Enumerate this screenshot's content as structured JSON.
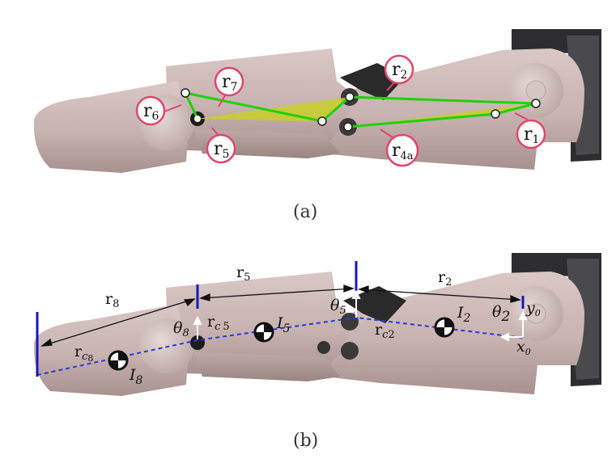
{
  "panel_a": {
    "caption": "(a)",
    "callouts": [
      {
        "id": "r1",
        "base": "r",
        "sub": "1"
      },
      {
        "id": "r2",
        "base": "r",
        "sub": "2"
      },
      {
        "id": "r4a",
        "base": "r",
        "sub": "4a"
      },
      {
        "id": "r5",
        "base": "r",
        "sub": "5"
      },
      {
        "id": "r6",
        "base": "r",
        "sub": "6"
      },
      {
        "id": "r7",
        "base": "r",
        "sub": "7"
      }
    ]
  },
  "panel_b": {
    "caption": "(b)",
    "labels": {
      "r8": {
        "base": "r",
        "sub": "8"
      },
      "r5": {
        "base": "r",
        "sub": "5"
      },
      "r2": {
        "base": "r",
        "sub": "2"
      },
      "rc8": {
        "base": "r",
        "sub": "c",
        "sub2": "8"
      },
      "rc5": {
        "base": "r",
        "sub": "c",
        "sub2": "5"
      },
      "rc2": {
        "base": "r",
        "sub": "c",
        "sub2": "2"
      },
      "I8": {
        "base": "I",
        "sub": "8"
      },
      "I5": {
        "base": "I",
        "sub": "5"
      },
      "I2": {
        "base": "I",
        "sub": "2"
      },
      "theta8": {
        "base": "θ",
        "sub": "8"
      },
      "theta5": {
        "base": "θ",
        "sub": "5"
      },
      "theta2": {
        "base": "θ",
        "sub": "2"
      },
      "x0": {
        "base": "x",
        "sub": "0"
      },
      "y0": {
        "base": "y",
        "sub": "0"
      }
    }
  },
  "colors": {
    "finger_body": "#cdbab7",
    "finger_shadow": "#a89592",
    "dark_part": "#2c2c2c",
    "link_green": "#1ed20a",
    "triangle_yellow": "#c9cf2a",
    "callout_ring": "#e0456e",
    "dashed_blue": "#2a3ad6",
    "axis_blue": "#1818b8"
  }
}
